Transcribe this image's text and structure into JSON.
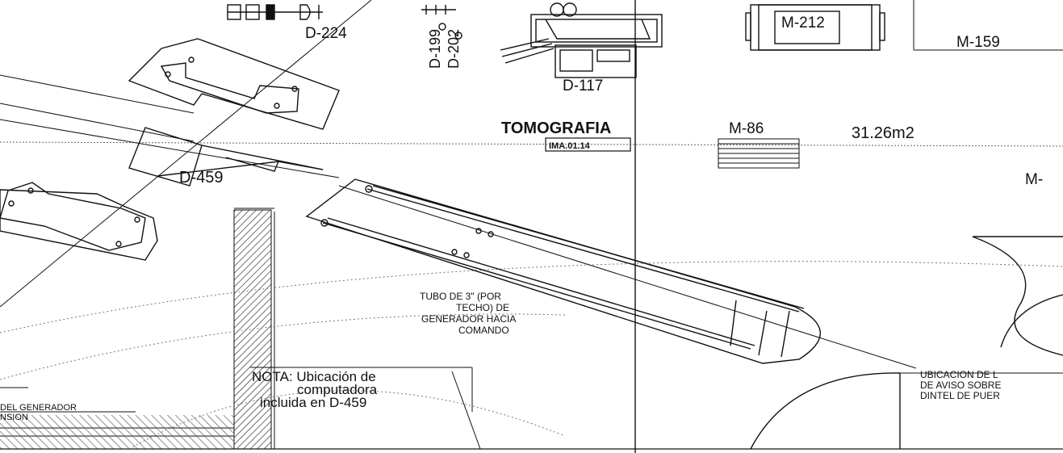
{
  "drawing": {
    "labels": {
      "d224": "D-224",
      "d199": "D-199",
      "d202": "D-202",
      "d117": "D-117",
      "m212": "M-212",
      "m159": "M-159",
      "m86": "M-86",
      "m_cut": "M-",
      "room_name": "TOMOGRAFIA",
      "room_code": "IMA.01.14",
      "area": "31.26m2",
      "d459": "D-459"
    },
    "notes": {
      "tubo_1": "TUBO DE 3\" (POR",
      "tubo_2": "TECHO) DE",
      "tubo_3": "GENERADOR HACIA",
      "tubo_4": "COMANDO",
      "nota_1": "NOTA: Ubicación de",
      "nota_2": "computadora",
      "nota_3": "incluida en D-459",
      "ubic_1": "UBICACION DE L",
      "ubic_2": "DE AVISO SOBRE",
      "ubic_3": "DINTEL DE PUER",
      "gen_1": "DEL GENERADOR",
      "gen_2": "NSION"
    },
    "colors": {
      "ink": "#111111",
      "paper": "#ffffff",
      "hatch": "#555555"
    }
  }
}
